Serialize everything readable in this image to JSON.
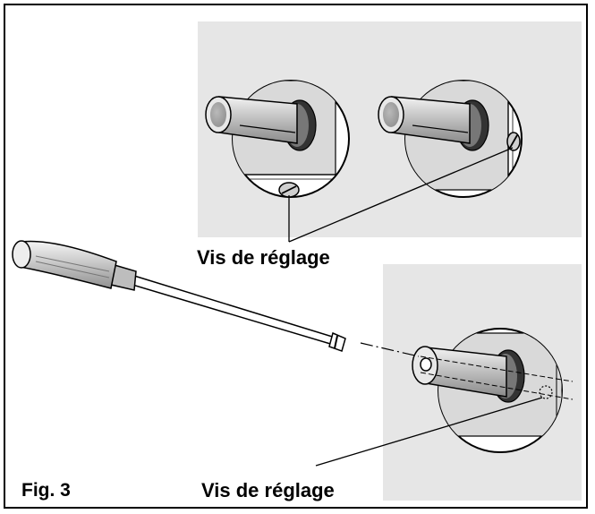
{
  "figure": {
    "label": "Fig. 3",
    "callouts": {
      "top": "Vis de réglage",
      "bottom": "Vis de réglage"
    }
  },
  "colors": {
    "panel": "#e6e6e6",
    "line": "#000000",
    "background": "#ffffff"
  }
}
